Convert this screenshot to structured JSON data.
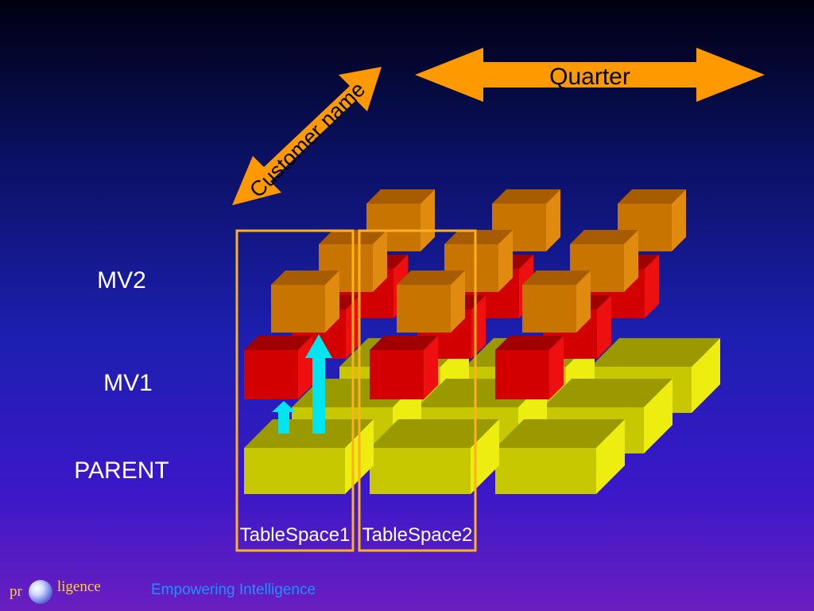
{
  "axes": {
    "customer": "Customer name",
    "quarter": "Quarter"
  },
  "levels": [
    {
      "label": "MV2",
      "color_front": "#c87400",
      "color_top": "#a85c00",
      "color_side": "#e08a10"
    },
    {
      "label": "MV1",
      "color_front": "#d20000",
      "color_top": "#a00000",
      "color_side": "#ee1010"
    },
    {
      "label": "PARENT",
      "color_front": "#c8c800",
      "color_top": "#9a9a00",
      "color_side": "#eded10"
    }
  ],
  "tablespaces": [
    "TableSpace1",
    "TableSpace2"
  ],
  "footer": {
    "logo_left": "pr",
    "logo_right": "ligence",
    "tagline": "Empowering Intelligence"
  },
  "colors": {
    "arrow": "#ff9900",
    "flow_arrow": "#00e5f0",
    "tablespace_border": "#ffb020"
  }
}
